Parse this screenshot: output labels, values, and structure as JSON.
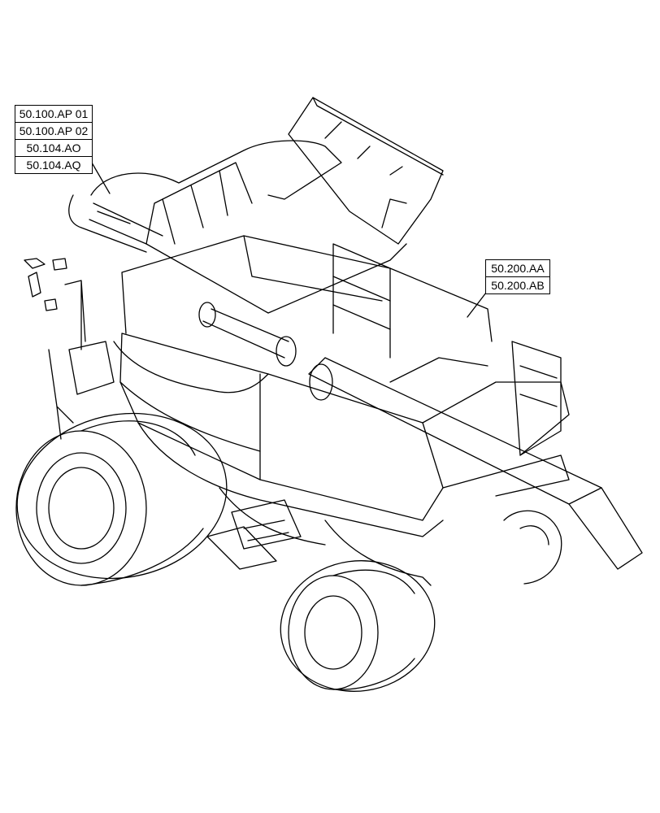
{
  "callouts": {
    "left": [
      "50.100.AP 01",
      "50.100.AP 02",
      "50.104.AO",
      "50.104.AQ"
    ],
    "right": [
      "50.200.AA",
      "50.200.AB"
    ]
  },
  "colors": {
    "line": "#000000",
    "background": "#ffffff"
  }
}
